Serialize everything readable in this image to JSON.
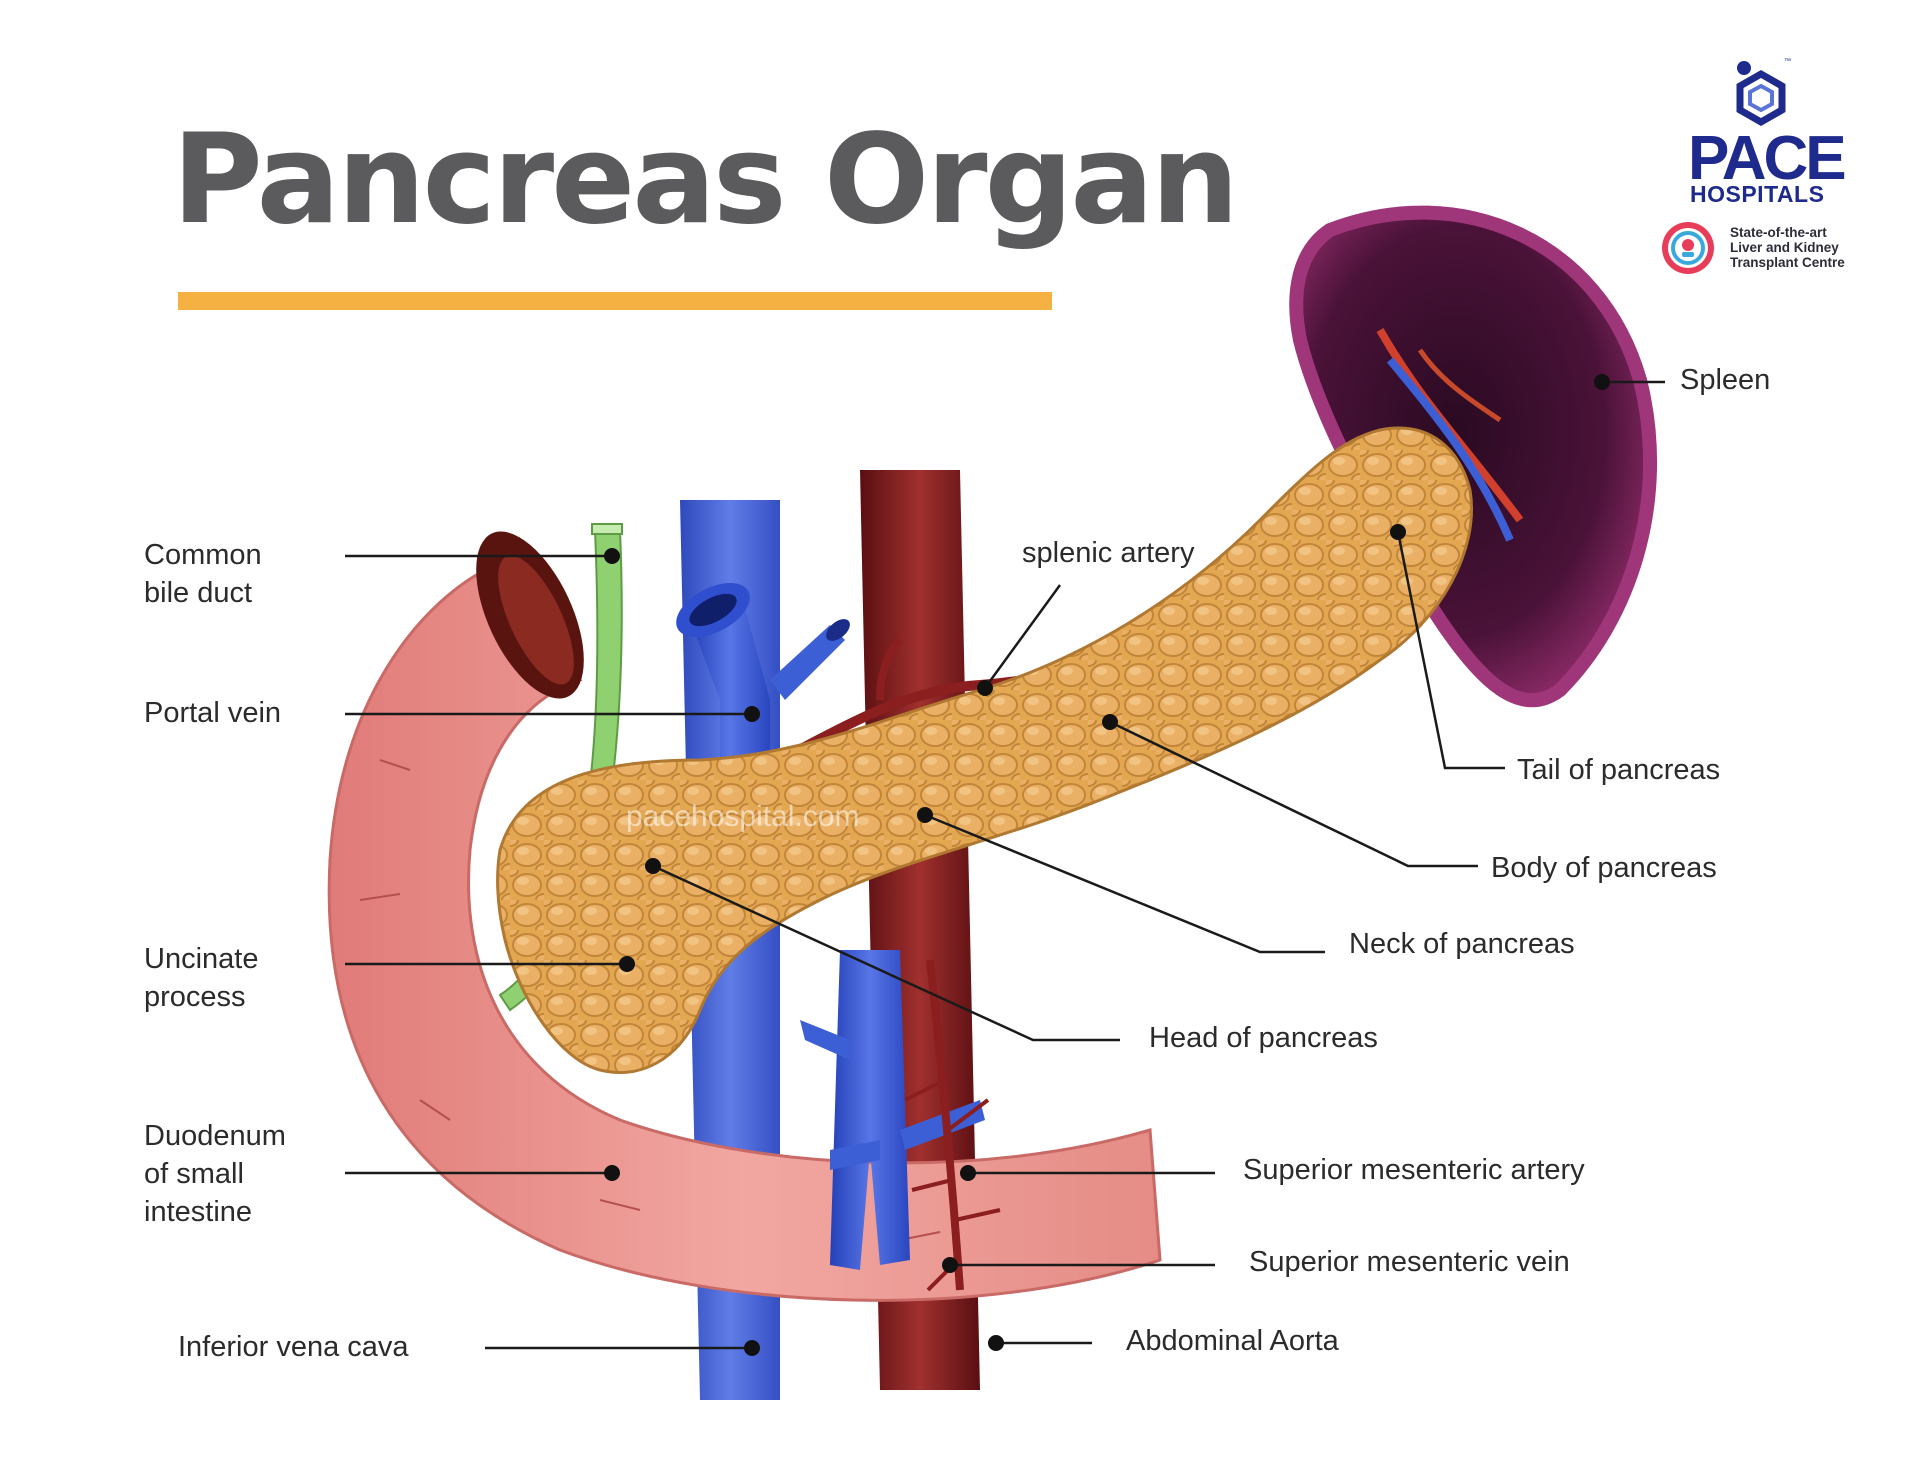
{
  "title": "Pancreas Organ",
  "logo": {
    "name": "PACE",
    "subname": "HOSPITALS",
    "tagline": [
      "State-of-the-art",
      "Liver and Kidney",
      "Transplant Centre"
    ],
    "trademark": "™",
    "brand_color": "#1e2a8c"
  },
  "watermark": "pacehospital.com",
  "labels": {
    "common_bile_duct": [
      "Common",
      "bile duct"
    ],
    "portal_vein": "Portal vein",
    "uncinate_process": [
      "Uncinate",
      "process"
    ],
    "duodenum": [
      "Duodenum",
      "of small",
      "intestine"
    ],
    "inferior_vena_cava": "Inferior vena cava",
    "splenic_artery": "splenic artery",
    "spleen": "Spleen",
    "tail": "Tail of pancreas",
    "body": "Body of pancreas",
    "neck": "Neck of pancreas",
    "head": "Head of pancreas",
    "sma": "Superior mesenteric artery",
    "smv": "Superior mesenteric vein",
    "aorta": "Abdominal Aorta"
  },
  "colors": {
    "title_text": "#5b5b5d",
    "accent_bar": "#f5b142",
    "pancreas": "#e0a24c",
    "spleen": "#7a1f58",
    "duodenum": "#e8908a",
    "vein": "#3d5fd6",
    "artery": "#8b1e1e",
    "bile_duct": "#8fd070"
  }
}
